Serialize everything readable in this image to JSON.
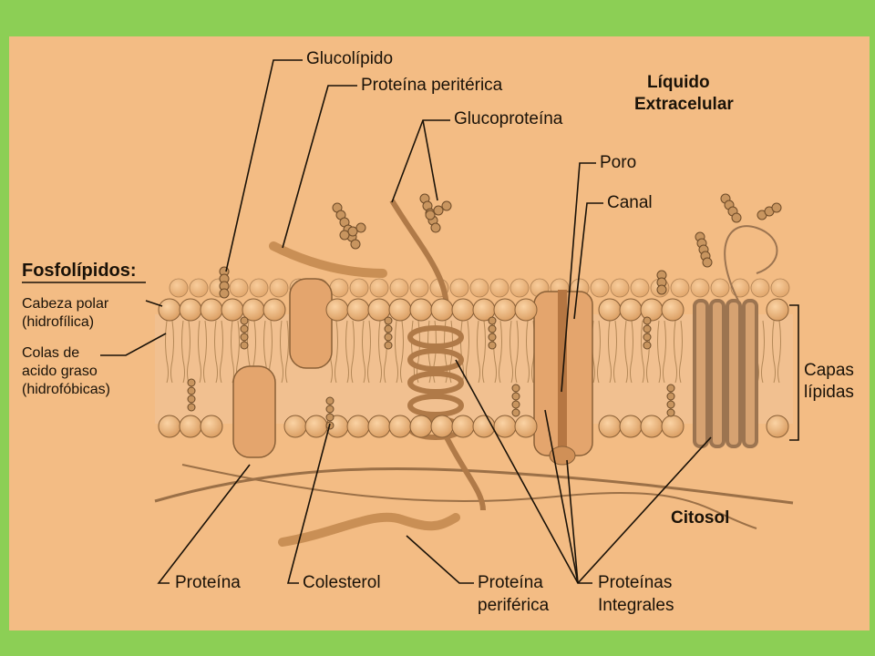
{
  "labels": {
    "glucolipido": "Glucolípido",
    "proteina_periferica_top": "Proteína peritérica",
    "glucoproteina": "Glucoproteína",
    "liquido_line1": "Líquido",
    "liquido_line2": "Extracelular",
    "poro": "Poro",
    "canal": "Canal",
    "fosfolipidos": "Fosfolípidos:",
    "cabeza_polar_line1": "Cabeza polar",
    "cabeza_polar_line2": "(hidrofílica)",
    "colas_line1": "Colas de",
    "colas_line2": "acido graso",
    "colas_line3": "(hidrofóbicas)",
    "capas_line1": "Capas",
    "capas_line2": "lípidas",
    "citosol": "Citosol",
    "proteina_bottom": "Proteína",
    "colesterol": "Colesterol",
    "proteina_periferica_bottom_line1": "Proteína",
    "proteina_periferica_bottom_line2": "periférica",
    "proteinas_integrales_line1": "Proteínas",
    "proteinas_integrales_line2": "Integrales"
  },
  "colors": {
    "outer_background": "#8ccf55",
    "panel_background": "#f3bc84",
    "lipid_head": "#efb77c",
    "outline": "#7a5633",
    "ink": "#1a1208"
  }
}
